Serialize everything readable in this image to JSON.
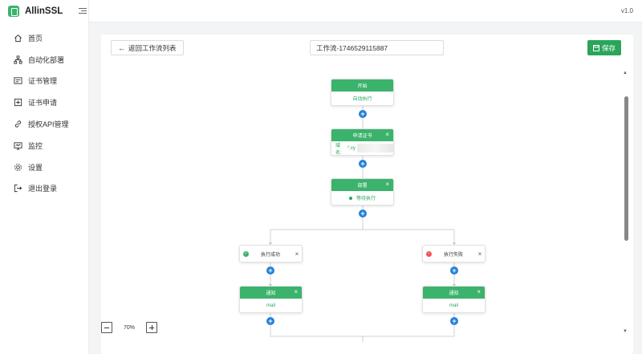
{
  "app": {
    "name": "AllinSSL",
    "version": "v1.0"
  },
  "sidebar": {
    "items": [
      {
        "label": "首页",
        "icon": "home-icon"
      },
      {
        "label": "自动化部署",
        "icon": "sitemap-icon"
      },
      {
        "label": "证书管理",
        "icon": "certificate-icon"
      },
      {
        "label": "证书申请",
        "icon": "add-square-icon"
      },
      {
        "label": "授权API管理",
        "icon": "link-icon"
      },
      {
        "label": "监控",
        "icon": "monitor-icon"
      },
      {
        "label": "设置",
        "icon": "gear-icon"
      },
      {
        "label": "退出登录",
        "icon": "logout-icon"
      }
    ]
  },
  "toolbar": {
    "back_label": "返回工作流列表",
    "workflow_name": "工作流-1746529115887",
    "save_label": "保存"
  },
  "workflow": {
    "start": {
      "title": "开始",
      "body": "自动执行"
    },
    "apply": {
      "title": "申请证书",
      "domain_label": "域名:",
      "domain_value": "*.xy"
    },
    "deploy": {
      "title": "部署",
      "status": "等待执行"
    },
    "success": {
      "label": "执行成功"
    },
    "failure": {
      "label": "执行失败"
    },
    "notify_left": {
      "title": "通知",
      "body": "mail"
    },
    "notify_right": {
      "title": "通知",
      "body": "mail"
    }
  },
  "zoom": {
    "level": "70%"
  },
  "colors": {
    "accent": "#3bb36c",
    "add_button": "#2581d6",
    "success": "#3bb36c",
    "failure": "#f05656"
  }
}
